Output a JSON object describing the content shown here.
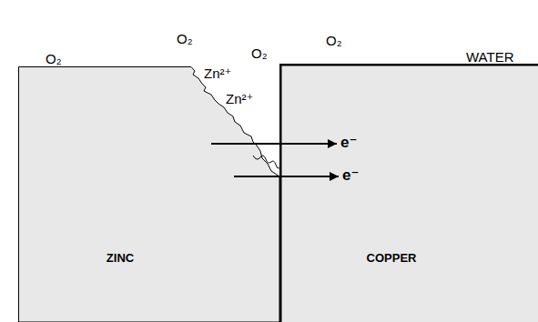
{
  "diagram": {
    "nodes": [
      {
        "text": [
          "ZINC"
        ]
      },
      {
        "text": [
          "COPPER"
        ]
      }
    ],
    "edges": [
      {
        "from": 0,
        "to": 1,
        "arrow": "to",
        "label": "e⁻"
      },
      {
        "from": 0,
        "to": 1,
        "arrow": "to",
        "label": "e⁻"
      }
    ],
    "labels": [
      "O₂",
      "O₂",
      "O₂",
      "O₂",
      "WATER",
      "Zn²⁺",
      "Zn²⁺"
    ]
  }
}
